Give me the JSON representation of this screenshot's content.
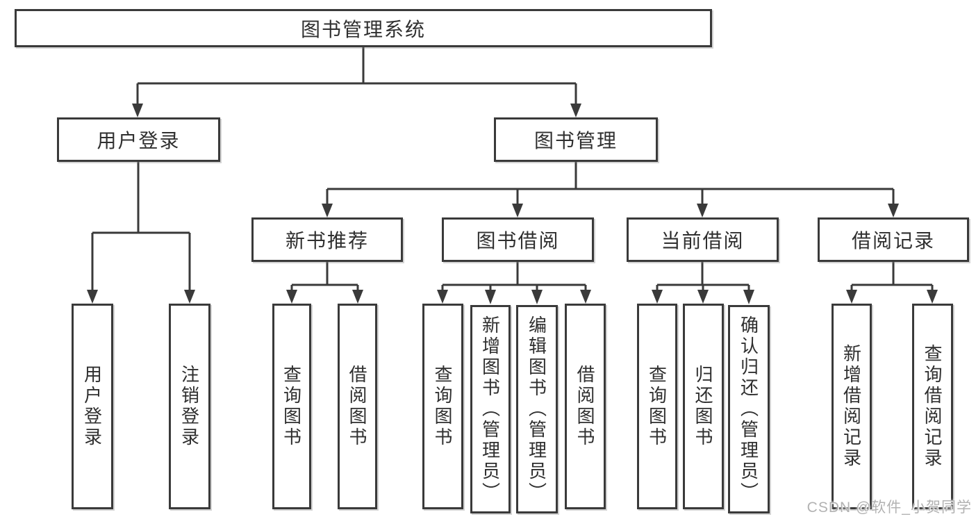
{
  "diagram": {
    "type": "hierarchy-tree",
    "colors": {
      "line": "#3a3a3a",
      "box_border": "#3a3a3a",
      "box_fill": "#ffffff",
      "text": "#2f2f2f",
      "watermark": "#b2b2b2"
    },
    "tree": {
      "label": "图书管理系统",
      "children": [
        {
          "label": "用户登录",
          "children": [
            {
              "label": "用户登录"
            },
            {
              "label": "注销登录"
            }
          ]
        },
        {
          "label": "图书管理",
          "children": [
            {
              "label": "新书推荐",
              "children": [
                {
                  "label": "查询图书"
                },
                {
                  "label": "借阅图书"
                }
              ]
            },
            {
              "label": "图书借阅",
              "children": [
                {
                  "label": "查询图书"
                },
                {
                  "label": "新增图书（管理员）"
                },
                {
                  "label": "编辑图书（管理员）"
                },
                {
                  "label": "借阅图书"
                }
              ]
            },
            {
              "label": "当前借阅",
              "children": [
                {
                  "label": "查询图书"
                },
                {
                  "label": "归还图书"
                },
                {
                  "label": "确认归还（管理员）"
                }
              ]
            },
            {
              "label": "借阅记录",
              "children": [
                {
                  "label": "新增借阅记录"
                },
                {
                  "label": "查询借阅记录"
                }
              ]
            }
          ]
        }
      ]
    }
  },
  "watermark": {
    "text": "CSDN @软件_小贺同学"
  }
}
